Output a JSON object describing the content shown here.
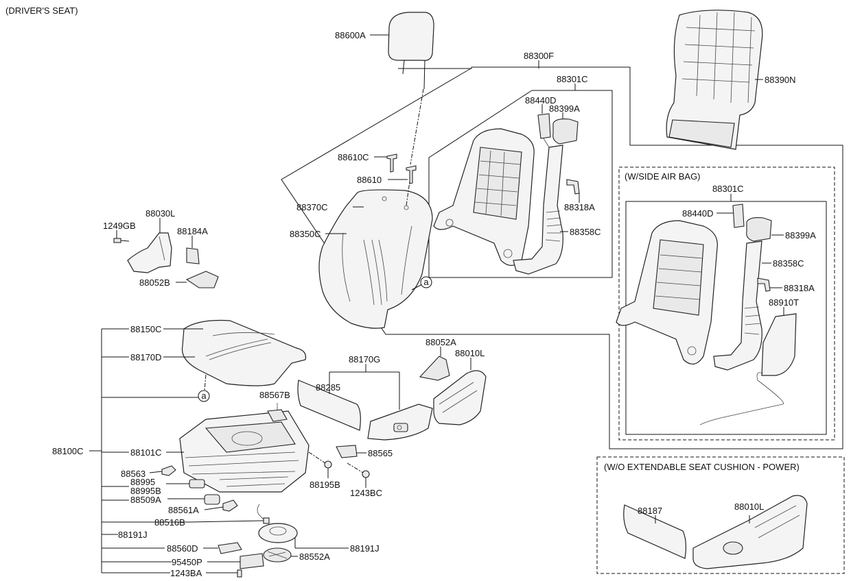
{
  "title": "(DRIVER'S SEAT)",
  "sections": {
    "side_air_bag": "(W/SIDE AIR BAG)",
    "wo_extendable": "(W/O EXTENDABLE SEAT CUSHION - POWER)"
  },
  "ref_mark": "a",
  "labels": {
    "p88600A": "88600A",
    "p88300F": "88300F",
    "p88301C": "88301C",
    "p88440D": "88440D",
    "p88399A": "88399A",
    "p88390N": "88390N",
    "p88610C": "88610C",
    "p88610": "88610",
    "p88318A": "88318A",
    "p88370C": "88370C",
    "p88358C": "88358C",
    "p88350C": "88350C",
    "p88030L": "88030L",
    "p1249GB": "1249GB",
    "p88184A": "88184A",
    "p88052B": "88052B",
    "p88150C": "88150C",
    "p88170D": "88170D",
    "p88052A": "88052A",
    "p88010L": "88010L",
    "p88170G": "88170G",
    "p88285": "88285",
    "p88567B": "88567B",
    "p88100C": "88100C",
    "p88101C": "88101C",
    "p88565": "88565",
    "p88563": "88563",
    "p88195B": "88195B",
    "p88995": "88995",
    "p88995B": "88995B",
    "p88509A": "88509A",
    "p1243BC": "1243BC",
    "p88561A": "88561A",
    "p88516B": "88516B",
    "p88191J_a": "88191J",
    "p88560D": "88560D",
    "p88191J_b": "88191J",
    "p95450P": "95450P",
    "p88552A": "88552A",
    "p1243BA": "1243BA",
    "sab_88301C": "88301C",
    "sab_88440D": "88440D",
    "sab_88399A": "88399A",
    "sab_88358C": "88358C",
    "sab_88318A": "88318A",
    "sab_88910T": "88910T",
    "wo_88187": "88187",
    "wo_88010L": "88010L"
  }
}
